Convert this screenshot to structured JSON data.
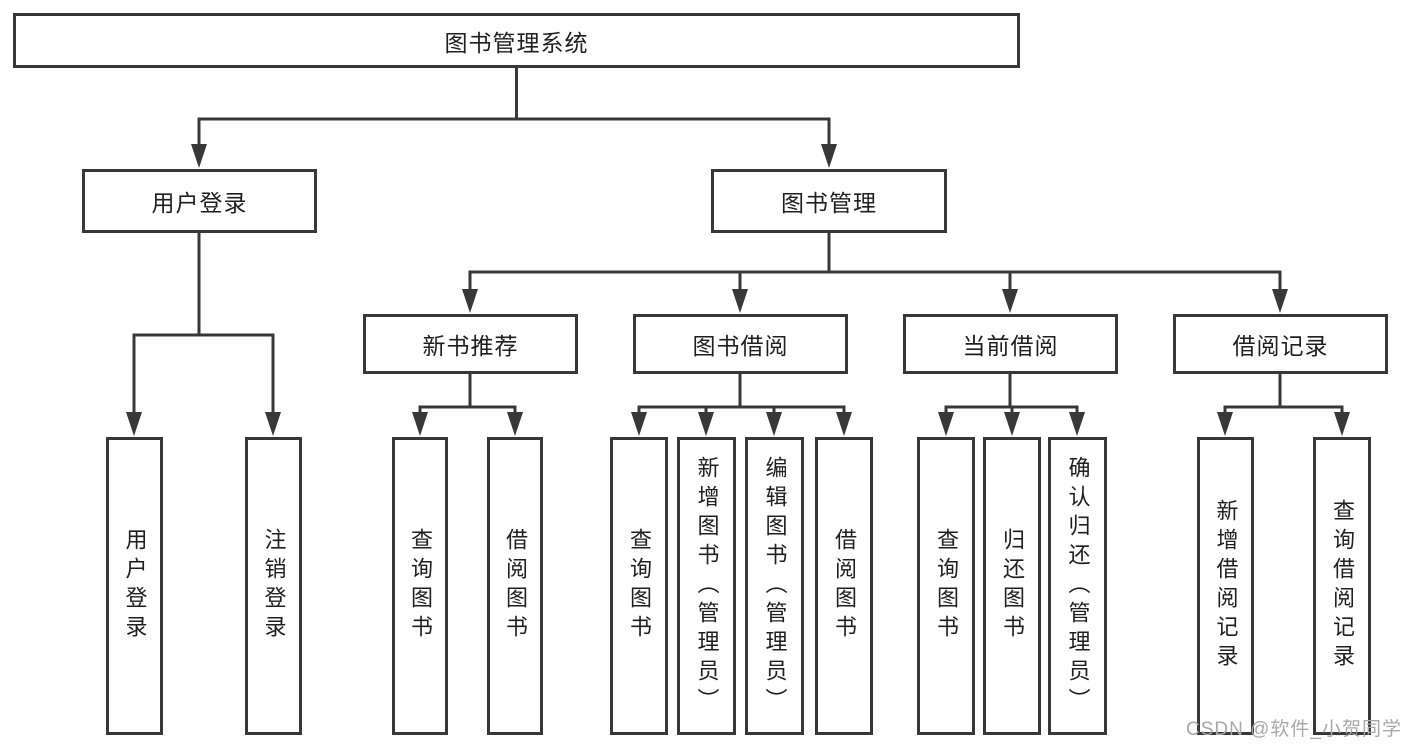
{
  "tree": {
    "label": "图书管理系统",
    "children": [
      {
        "label": "用户登录",
        "children": [
          {
            "label": "用户登录"
          },
          {
            "label": "注销登录"
          }
        ]
      },
      {
        "label": "图书管理",
        "children": [
          {
            "label": "新书推荐",
            "children": [
              {
                "label": "查询图书"
              },
              {
                "label": "借阅图书"
              }
            ]
          },
          {
            "label": "图书借阅",
            "children": [
              {
                "label": "查询图书"
              },
              {
                "label": "新增图书（管理员）"
              },
              {
                "label": "编辑图书（管理员）"
              },
              {
                "label": "借阅图书"
              }
            ]
          },
          {
            "label": "当前借阅",
            "children": [
              {
                "label": "查询图书"
              },
              {
                "label": "归还图书"
              },
              {
                "label": "确认归还（管理员）"
              }
            ]
          },
          {
            "label": "借阅记录",
            "children": [
              {
                "label": "新增借阅记录"
              },
              {
                "label": "查询借阅记录"
              }
            ]
          }
        ]
      }
    ]
  },
  "watermark": {
    "text": "CSDN @软件_小贺同学"
  },
  "colors": {
    "line": "#383838",
    "box_border": "#383838",
    "text": "#1f1f1f",
    "watermark": "#a8a8a8",
    "background": "#ffffff"
  }
}
